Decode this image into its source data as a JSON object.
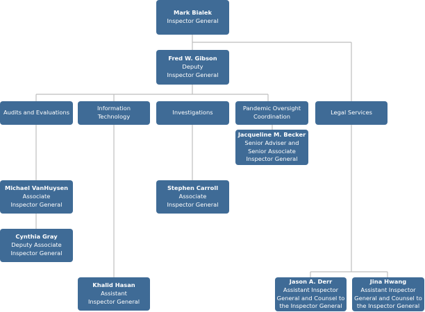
{
  "org_chart": {
    "ig": {
      "name": "Mark Bialek",
      "title_lines": [
        "Inspector General"
      ]
    },
    "deputy": {
      "name": "Fred W. Gibson",
      "title_lines": [
        "Deputy",
        "Inspector General"
      ]
    },
    "units": {
      "audits": {
        "label_lines": [
          "Audits and Evaluations"
        ]
      },
      "it": {
        "label_lines": [
          "Information",
          "Technology"
        ]
      },
      "investigations": {
        "label_lines": [
          "Investigations"
        ]
      },
      "pandemic": {
        "label_lines": [
          "Pandemic Oversight",
          "Coordination"
        ]
      },
      "legal": {
        "label_lines": [
          "Legal Services"
        ]
      }
    },
    "people": {
      "becker": {
        "name": "Jacqueline M. Becker",
        "title_lines": [
          "Senior Adviser and",
          "Senior Associate",
          "Inspector General"
        ]
      },
      "vanhuysen": {
        "name": "Michael VanHuysen",
        "title_lines": [
          "Associate",
          "Inspector General"
        ]
      },
      "carroll": {
        "name": "Stephen Carroll",
        "title_lines": [
          "Associate",
          "Inspector General"
        ]
      },
      "gray": {
        "name": "Cynthia Gray",
        "title_lines": [
          "Deputy Associate",
          "Inspector General"
        ]
      },
      "hasan": {
        "name": "Khalid Hasan",
        "title_lines": [
          "Assistant",
          "Inspector General"
        ]
      },
      "derr": {
        "name": "Jason A. Derr",
        "title_lines": [
          "Assistant Inspector",
          "General and Counsel to",
          "the Inspector General"
        ]
      },
      "hwang": {
        "name": "Jina Hwang",
        "title_lines": [
          "Assistant Inspector",
          "General and Counsel to",
          "the Inspector General"
        ]
      }
    }
  },
  "colors": {
    "box_fill": "#3f6b96",
    "box_text": "#ffffff",
    "connector": "#bdbdbd"
  }
}
